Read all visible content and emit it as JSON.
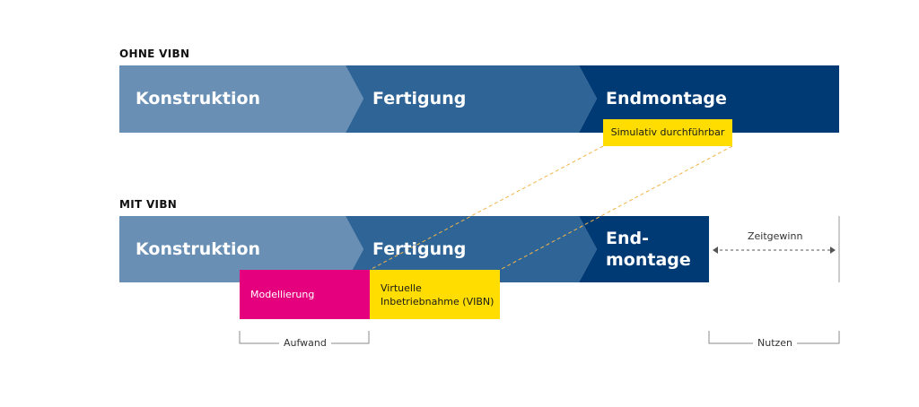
{
  "top": {
    "title": "OHNE VIBN",
    "phases": [
      "Konstruktion",
      "Fertigung",
      "Endmontage"
    ],
    "callout": "Simulativ durchführbar"
  },
  "bottom": {
    "title": "MIT VIBN",
    "phases": [
      "Konstruktion",
      "Fertigung",
      "End-\nmontage"
    ],
    "modellierung": "Modellierung",
    "vibn": "Virtuelle\nInbetriebnahme (VIBN)",
    "zeitgewinn": "Zeitgewinn",
    "aufwand": "Aufwand",
    "nutzen": "Nutzen"
  },
  "colors": {
    "phase1": "#6a8fb5",
    "phase2": "#2f6496",
    "phase3": "#003a75",
    "magenta": "#e5007e",
    "yellow": "#ffdd00",
    "dashed": "#f0b54a"
  }
}
